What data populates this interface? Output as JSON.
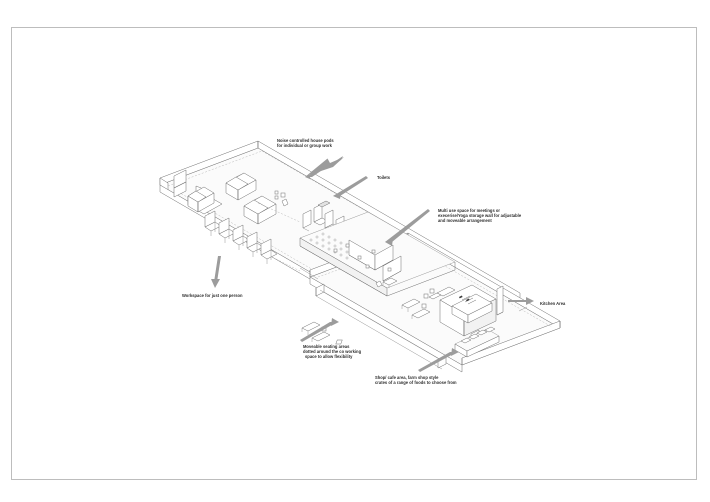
{
  "document": {
    "type": "architectural-isometric-plan",
    "title": "Co-working space isometric floor plan",
    "background_color": "#ffffff",
    "frame_color": "#bdbdbd",
    "line_color": "#6f6f6f",
    "arrow_color": "#9c9c9c",
    "text_color": "#2b2b2b"
  },
  "annotations": [
    {
      "id": "house-pods",
      "lines": [
        "Noise controlled house pods",
        "for individual or group work"
      ],
      "arrow": "diagonal-down-left"
    },
    {
      "id": "toilets",
      "lines": [
        "Toilets"
      ],
      "arrow": "diagonal-down-left"
    },
    {
      "id": "multi-use-space",
      "lines": [
        "Multi use space for meetings or",
        "execerise/Yoga storage wall for adjustable",
        "and moveable arrangement"
      ],
      "arrow": "diagonal-down-left"
    },
    {
      "id": "kitchen-area",
      "lines": [
        "Kitchen Area"
      ],
      "arrow": "right"
    },
    {
      "id": "single-workspace",
      "lines": [
        "Workspace for just one person"
      ],
      "arrow": "down"
    },
    {
      "id": "moveable-seating",
      "lines": [
        "Moveable seating areas",
        "dotted around the co working",
        "space to allow flexibility"
      ],
      "arrow": "diagonal-up-right"
    },
    {
      "id": "shop-cafe",
      "lines": [
        "Shop/ cafe area, farm shop style",
        "crates of a range of foods to choose from"
      ],
      "arrow": "diagonal-up-right"
    }
  ],
  "plan_elements": {
    "house_pods_count": 3,
    "desk_booths_count": 5,
    "toilet_cubicles_count": 3,
    "partition_panels_count": 3,
    "storage_wall_peg_rows": 3,
    "shop_crates_count": 4
  }
}
